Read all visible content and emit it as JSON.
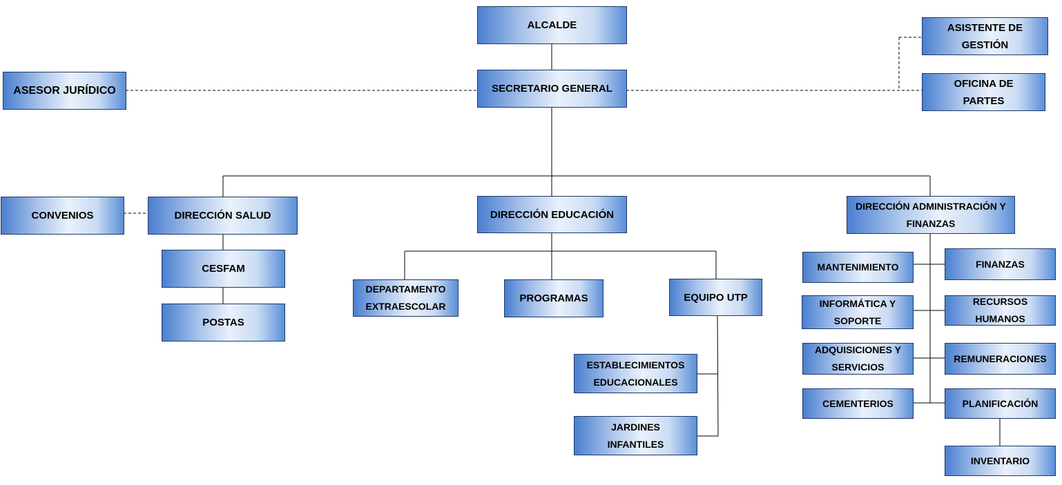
{
  "colors": {
    "box_border": "#1f3763",
    "box_fill_edge": "#4a7fd0",
    "box_fill_center": "#eaf1fb",
    "line": "#000000"
  },
  "nodes": {
    "alcalde": "ALCALDE",
    "secretario": "SECRETARIO GENERAL",
    "asesor": "ASESOR JURÍDICO",
    "asistente": "ASISTENTE DE GESTIÓN",
    "oficina": "OFICINA DE PARTES",
    "convenios": "CONVENIOS",
    "salud": "DIRECCIÓN SALUD",
    "cesfam": "CESFAM",
    "postas": "POSTAS",
    "educacion": "DIRECCIÓN EDUCACIÓN",
    "extraescolar": "DEPARTAMENTO EXTRAESCOLAR",
    "programas": "PROGRAMAS",
    "utp": "EQUIPO UTP",
    "establecimientos": "ESTABLECIMIENTOS EDUCACIONALES",
    "jardines": "JARDINES INFANTILES",
    "administracion": "DIRECCIÓN ADMINISTRACIÓN Y FINANZAS",
    "mantenimiento": "MANTENIMIENTO",
    "finanzas": "FINANZAS",
    "informatica": "INFORMÁTICA Y SOPORTE",
    "rrhh": "RECURSOS HUMANOS",
    "adquisiciones": "ADQUISICIONES Y SERVICIOS",
    "remuneraciones": "REMUNERACIONES",
    "cementerios": "CEMENTERIOS",
    "planificacion": "PLANIFICACIÓN",
    "inventario": "INVENTARIO"
  }
}
